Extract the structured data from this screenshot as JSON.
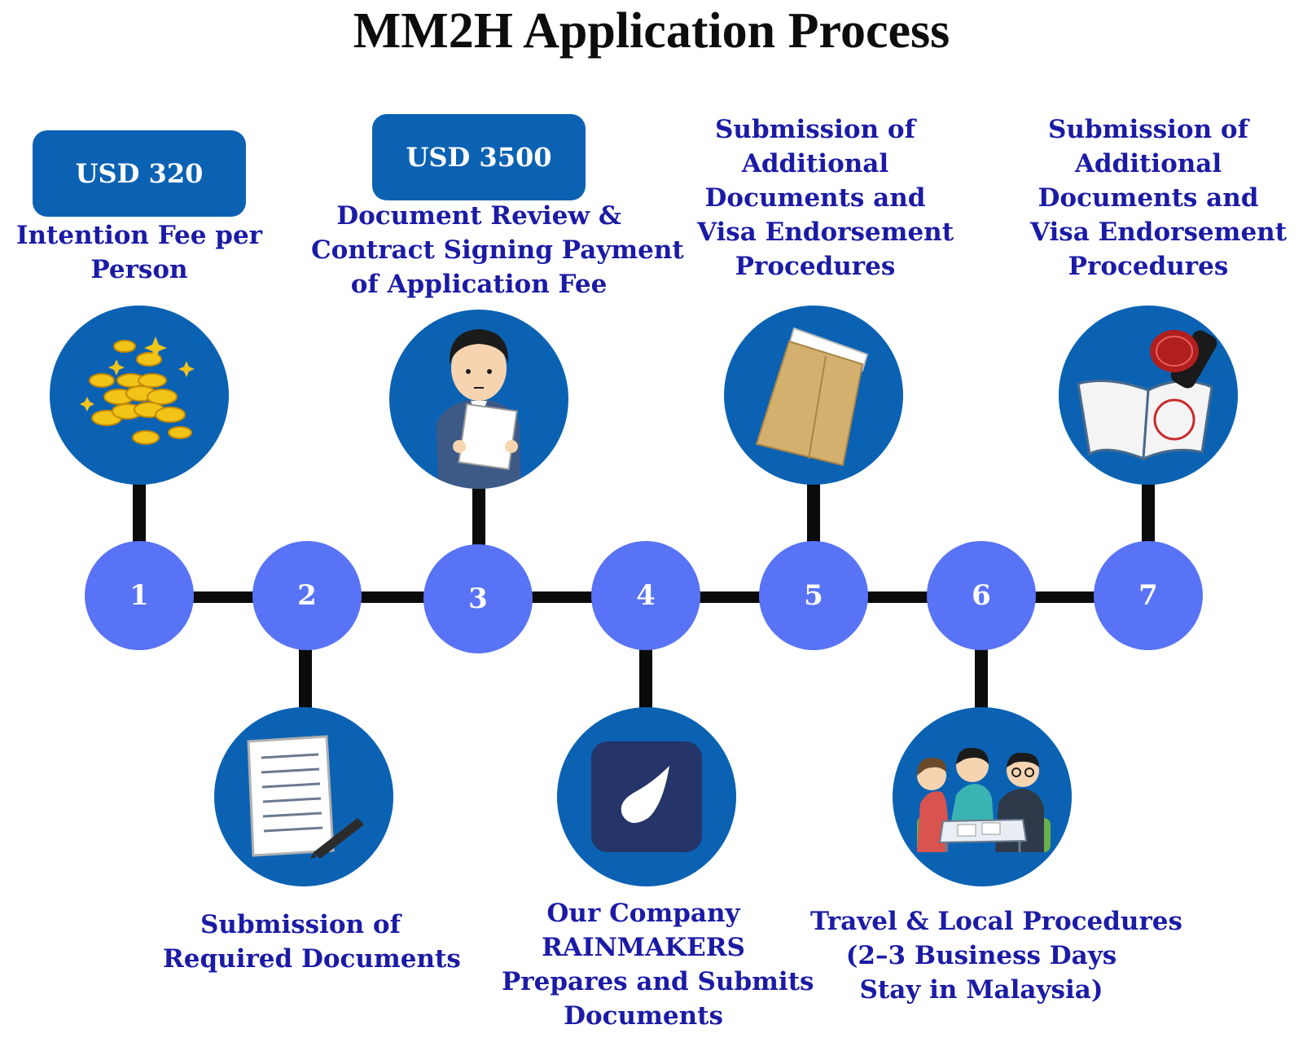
{
  "title": "MM2H Application Process",
  "colors": {
    "step_circle": "#5873f5",
    "icon_circle": "#0b62b3",
    "fee_box": "#0b62b3",
    "label_text": "#1b1ba6",
    "connector": "#0b0b0b"
  },
  "steps": [
    {
      "number": "1",
      "fee": "USD 320",
      "label_lines": [
        "Intention Fee per",
        "Person"
      ],
      "icon": "gold-coins-icon"
    },
    {
      "number": "2",
      "label_lines": [
        "Submission of",
        "Required Documents"
      ],
      "icon": "document-pen-icon"
    },
    {
      "number": "3",
      "fee": "USD 3500",
      "label_lines": [
        "Document Review &",
        "Contract Signing Payment",
        "of Application Fee"
      ],
      "icon": "businessman-reading-icon"
    },
    {
      "number": "4",
      "label_lines": [
        "Our Company",
        "RAINMAKERS",
        "Prepares and Submits",
        "Documents"
      ],
      "icon": "company-logo-icon"
    },
    {
      "number": "5",
      "label_lines": [
        "Submission of",
        "Additional",
        "Documents and",
        "Visa Endorsement",
        "Procedures"
      ],
      "icon": "envelope-icon"
    },
    {
      "number": "6",
      "label_lines": [
        "Travel & Local Procedures",
        "(2–3 Business Days",
        "Stay in Malaysia)"
      ],
      "icon": "meeting-people-icon"
    },
    {
      "number": "7",
      "label_lines": [
        "Submission of",
        "Additional",
        "Documents and",
        "Visa Endorsement",
        "Procedures"
      ],
      "icon": "passport-stamp-icon"
    }
  ]
}
